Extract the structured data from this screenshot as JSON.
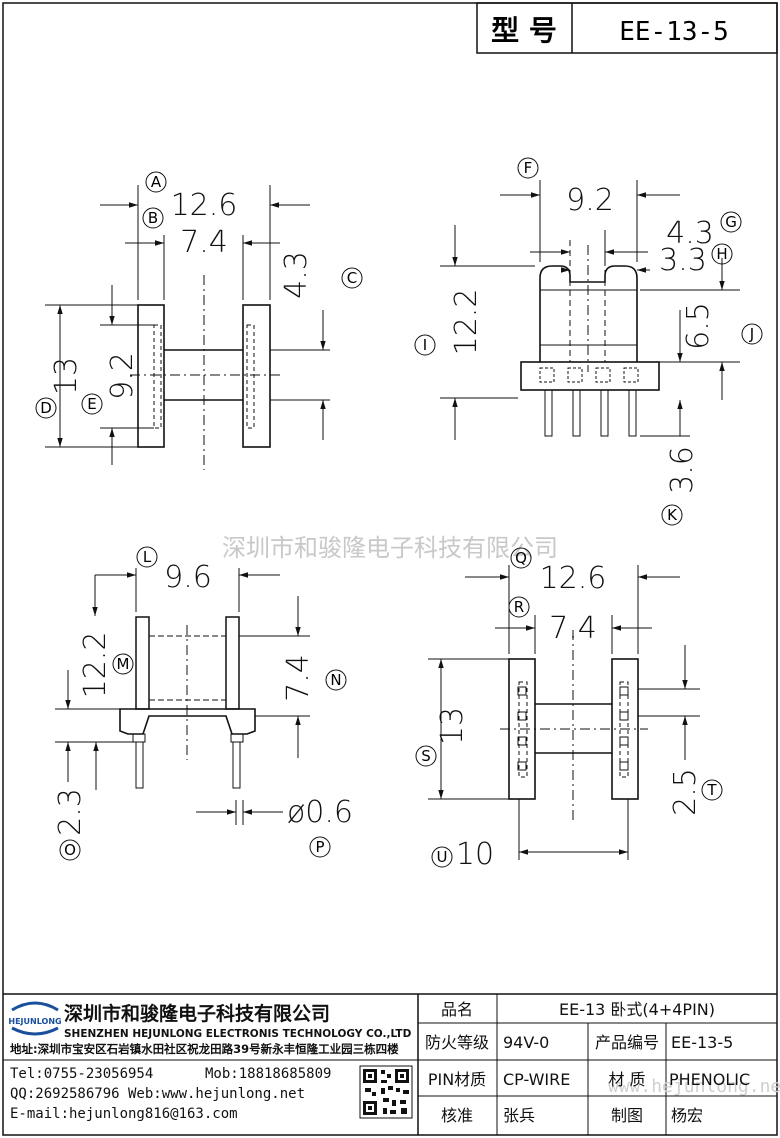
{
  "header": {
    "model_label": "型 号",
    "model_value": "EE-13-5"
  },
  "watermark": "深圳市和骏隆电子科技有限公司",
  "watermark_site": "www.hejunlong.net",
  "views": {
    "top_left": {
      "dims": [
        "12.6",
        "7.4",
        "4.3",
        "13",
        "9.2"
      ],
      "labels": [
        "A",
        "B",
        "C",
        "D",
        "E"
      ]
    },
    "top_right": {
      "dims": [
        "9.2",
        "4.3",
        "3.3",
        "12.2",
        "6.5",
        "3.6"
      ],
      "labels": [
        "F",
        "G",
        "H",
        "I",
        "J",
        "K"
      ]
    },
    "bottom_left": {
      "dims": [
        "9.6",
        "12.2",
        "7.4",
        "2.3",
        "ø0.6"
      ],
      "labels": [
        "L",
        "M",
        "N",
        "O",
        "P"
      ]
    },
    "bottom_right": {
      "dims": [
        "12.6",
        "7.4",
        "13",
        "2.5",
        "10"
      ],
      "labels": [
        "Q",
        "R",
        "S",
        "T",
        "U"
      ]
    }
  },
  "company": {
    "logo_text": "HEJUNLONG",
    "name_cn": "深圳市和骏隆电子科技有限公司",
    "name_en": "SHENZHEN HEJUNLONG ELECTRONIS TECHNOLOGY CO.,LTD",
    "address": "地址:深圳市宝安区石岩镇水田社区祝龙田路39号新永丰恒隆工业园三栋四楼",
    "tel": "Tel:0755-23056954",
    "mob": "Mob:18818685809",
    "qq_web": "QQ:2692586796 Web:www.hejunlong.net",
    "email": "E-mail:hejunlong816@163.com"
  },
  "spec": {
    "product_name_label": "品名",
    "product_name_value": "EE-13 卧式(4+4PIN)",
    "fire_label": "防火等级",
    "fire_value": "94V-0",
    "code_label": "产品编号",
    "code_value": "EE-13-5",
    "pin_label": "PIN材质",
    "pin_value": "CP-WIRE",
    "material_label": "材 质",
    "material_value": "PHENOLIC",
    "check_label": "核准",
    "check_value": "张兵",
    "draw_label": "制图",
    "draw_value": "杨宏"
  }
}
